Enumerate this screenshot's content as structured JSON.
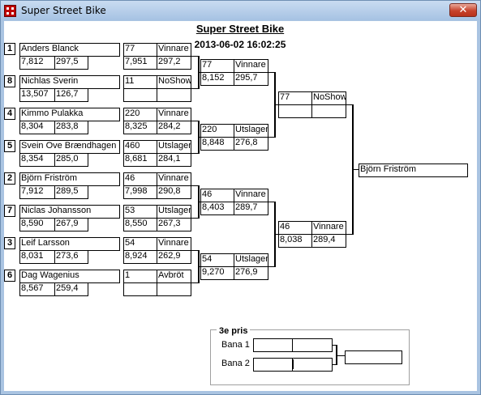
{
  "window": {
    "title": "Super Street Bike",
    "close_label": "✕"
  },
  "header": {
    "title": "Super Street Bike",
    "datetime": "2013-06-02 16:02:25"
  },
  "round1": [
    {
      "seed": "1",
      "name": "Anders Blanck",
      "rt": "7,812",
      "speed": "297,5",
      "no": "77",
      "result": "Vinnare",
      "et": "7,951",
      "mph": "297,2"
    },
    {
      "seed": "8",
      "name": "Nichlas Sverin",
      "rt": "13,507",
      "speed": "126,7",
      "no": "11",
      "result": "NoShow",
      "et": "",
      "mph": ""
    },
    {
      "seed": "4",
      "name": "Kimmo Pulakka",
      "rt": "8,304",
      "speed": "283,8",
      "no": "220",
      "result": "Vinnare",
      "et": "8,325",
      "mph": "284,2"
    },
    {
      "seed": "5",
      "name": "Svein Ove Brændhagen",
      "rt": "8,354",
      "speed": "285,0",
      "no": "460",
      "result": "Utslagen",
      "et": "8,681",
      "mph": "284,1"
    },
    {
      "seed": "2",
      "name": "Björn Friström",
      "rt": "7,912",
      "speed": "289,5",
      "no": "46",
      "result": "Vinnare",
      "et": "7,998",
      "mph": "290,8"
    },
    {
      "seed": "7",
      "name": "Niclas Johansson",
      "rt": "8,590",
      "speed": "267,9",
      "no": "53",
      "result": "Utslagen",
      "et": "8,550",
      "mph": "267,3"
    },
    {
      "seed": "3",
      "name": "Leif Larsson",
      "rt": "8,031",
      "speed": "273,6",
      "no": "54",
      "result": "Vinnare",
      "et": "8,924",
      "mph": "262,9"
    },
    {
      "seed": "6",
      "name": "Dag Wagenius",
      "rt": "8,567",
      "speed": "259,4",
      "no": "1",
      "result": "Avbröt",
      "et": "",
      "mph": ""
    }
  ],
  "round2": [
    {
      "no": "77",
      "result": "Vinnare",
      "et": "8,152",
      "mph": "295,7"
    },
    {
      "no": "220",
      "result": "Utslagen",
      "et": "8,848",
      "mph": "276,8"
    },
    {
      "no": "46",
      "result": "Vinnare",
      "et": "8,403",
      "mph": "289,7"
    },
    {
      "no": "54",
      "result": "Utslagen",
      "et": "9,270",
      "mph": "276,9"
    }
  ],
  "semis": [
    {
      "no": "77",
      "result": "NoShow",
      "et": "",
      "mph": ""
    },
    {
      "no": "46",
      "result": "Vinnare",
      "et": "8,038",
      "mph": "289,4"
    }
  ],
  "final": {
    "winner": "Björn Friström"
  },
  "third": {
    "title": "3e pris",
    "lane1": "Bana 1",
    "lane2": "Bana 2"
  }
}
